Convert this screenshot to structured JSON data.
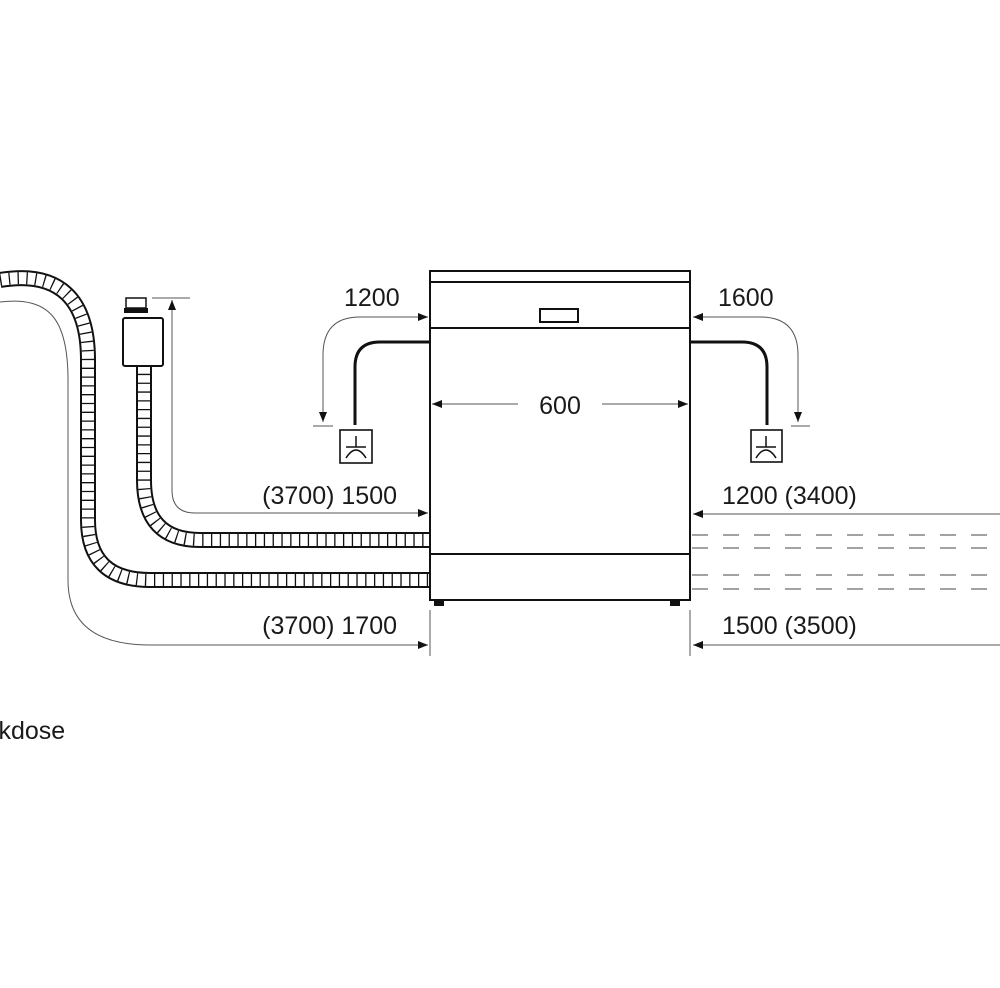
{
  "diagram": {
    "dimensions": {
      "left_power_cord": "1200",
      "right_power_cord": "1600",
      "appliance_width": "600",
      "left_inlet_hose": "(3700) 1500",
      "right_inlet_hose": "1200 (3400)",
      "left_drain_hose": "(3700) 1700",
      "right_drain_hose": "1500 (3500)"
    },
    "partial_label": "ckdose",
    "icons": [
      "power-socket-icon",
      "power-socket-icon",
      "water-valve-icon"
    ],
    "colors": {
      "line": "#1a1a1a",
      "dim_line": "#555555",
      "background": "#ffffff"
    }
  }
}
